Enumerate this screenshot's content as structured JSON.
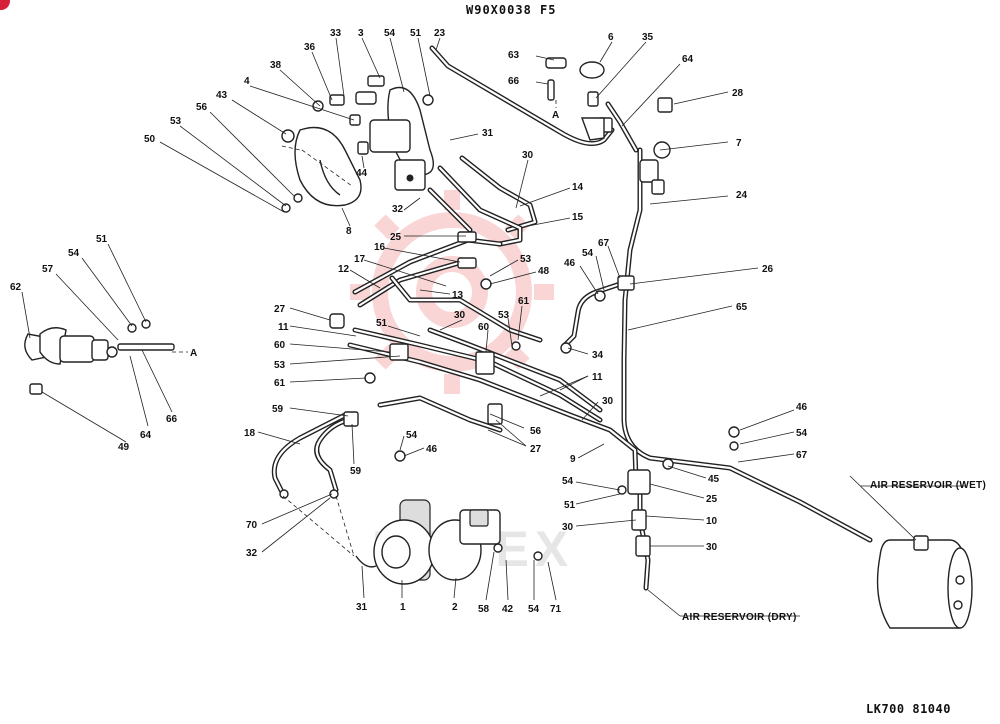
{
  "header": {
    "title": "W90X0038 F5",
    "drawing_code": "LK700 81040"
  },
  "watermark": {
    "text": "BOTEX",
    "color": "#f4b3b3"
  },
  "accent_color": "#d6203a",
  "labels": {
    "air_reservoir_wet": "AIR RESERVOIR (WET)",
    "air_reservoir_dry": "AIR RESERVOIR (DRY)",
    "arrow_a_top": "A",
    "arrow_a_left": "A"
  },
  "callouts": [
    {
      "id": "c1",
      "text": "33"
    },
    {
      "id": "c2",
      "text": "3"
    },
    {
      "id": "c3",
      "text": "54"
    },
    {
      "id": "c4",
      "text": "51"
    },
    {
      "id": "c5",
      "text": "23"
    },
    {
      "id": "c6",
      "text": "36"
    },
    {
      "id": "c7",
      "text": "38"
    },
    {
      "id": "c8",
      "text": "4"
    },
    {
      "id": "c9",
      "text": "43"
    },
    {
      "id": "c10",
      "text": "56"
    },
    {
      "id": "c11",
      "text": "53"
    },
    {
      "id": "c12",
      "text": "50"
    },
    {
      "id": "c13",
      "text": "31"
    },
    {
      "id": "c14",
      "text": "44"
    },
    {
      "id": "c15",
      "text": "30"
    },
    {
      "id": "c16",
      "text": "14"
    },
    {
      "id": "c17",
      "text": "32"
    },
    {
      "id": "c18",
      "text": "15"
    },
    {
      "id": "c19",
      "text": "8"
    },
    {
      "id": "c20",
      "text": "25"
    },
    {
      "id": "c21",
      "text": "16"
    },
    {
      "id": "c22",
      "text": "53"
    },
    {
      "id": "c23",
      "text": "17"
    },
    {
      "id": "c24",
      "text": "48"
    },
    {
      "id": "c25",
      "text": "12"
    },
    {
      "id": "c26",
      "text": "13"
    },
    {
      "id": "c27",
      "text": "63"
    },
    {
      "id": "c28",
      "text": "6"
    },
    {
      "id": "c29",
      "text": "35"
    },
    {
      "id": "c30",
      "text": "66"
    },
    {
      "id": "c31",
      "text": "64"
    },
    {
      "id": "c32",
      "text": "28"
    },
    {
      "id": "c33",
      "text": "7"
    },
    {
      "id": "c34",
      "text": "24"
    },
    {
      "id": "c35",
      "text": "67"
    },
    {
      "id": "c36",
      "text": "54"
    },
    {
      "id": "c37",
      "text": "46"
    },
    {
      "id": "c38",
      "text": "26"
    },
    {
      "id": "c39",
      "text": "65"
    },
    {
      "id": "c40",
      "text": "61"
    },
    {
      "id": "c41",
      "text": "53"
    },
    {
      "id": "c42",
      "text": "51"
    },
    {
      "id": "c43",
      "text": "30"
    },
    {
      "id": "c44",
      "text": "60"
    },
    {
      "id": "c45",
      "text": "34"
    },
    {
      "id": "c46",
      "text": "27"
    },
    {
      "id": "c47",
      "text": "11"
    },
    {
      "id": "c48",
      "text": "60"
    },
    {
      "id": "c49",
      "text": "53"
    },
    {
      "id": "c50",
      "text": "61"
    },
    {
      "id": "c51",
      "text": "11"
    },
    {
      "id": "c52",
      "text": "59"
    },
    {
      "id": "c53",
      "text": "30"
    },
    {
      "id": "c54",
      "text": "56"
    },
    {
      "id": "c55",
      "text": "18"
    },
    {
      "id": "c56",
      "text": "54"
    },
    {
      "id": "c57",
      "text": "46"
    },
    {
      "id": "c58",
      "text": "27"
    },
    {
      "id": "c59",
      "text": "59"
    },
    {
      "id": "c60",
      "text": "9"
    },
    {
      "id": "c61",
      "text": "45"
    },
    {
      "id": "c62",
      "text": "54"
    },
    {
      "id": "c63",
      "text": "25"
    },
    {
      "id": "c64",
      "text": "51"
    },
    {
      "id": "c65",
      "text": "10"
    },
    {
      "id": "c66",
      "text": "30"
    },
    {
      "id": "c67",
      "text": "30"
    },
    {
      "id": "c68",
      "text": "70"
    },
    {
      "id": "c69",
      "text": "32"
    },
    {
      "id": "c70",
      "text": "31"
    },
    {
      "id": "c71",
      "text": "1"
    },
    {
      "id": "c72",
      "text": "2"
    },
    {
      "id": "c73",
      "text": "58"
    },
    {
      "id": "c74",
      "text": "42"
    },
    {
      "id": "c75",
      "text": "54"
    },
    {
      "id": "c76",
      "text": "71"
    },
    {
      "id": "c77",
      "text": "46"
    },
    {
      "id": "c78",
      "text": "54"
    },
    {
      "id": "c79",
      "text": "67"
    },
    {
      "id": "c80",
      "text": "51"
    },
    {
      "id": "c81",
      "text": "54"
    },
    {
      "id": "c82",
      "text": "57"
    },
    {
      "id": "c83",
      "text": "62"
    },
    {
      "id": "c84",
      "text": "64"
    },
    {
      "id": "c85",
      "text": "66"
    },
    {
      "id": "c86",
      "text": "49"
    }
  ]
}
